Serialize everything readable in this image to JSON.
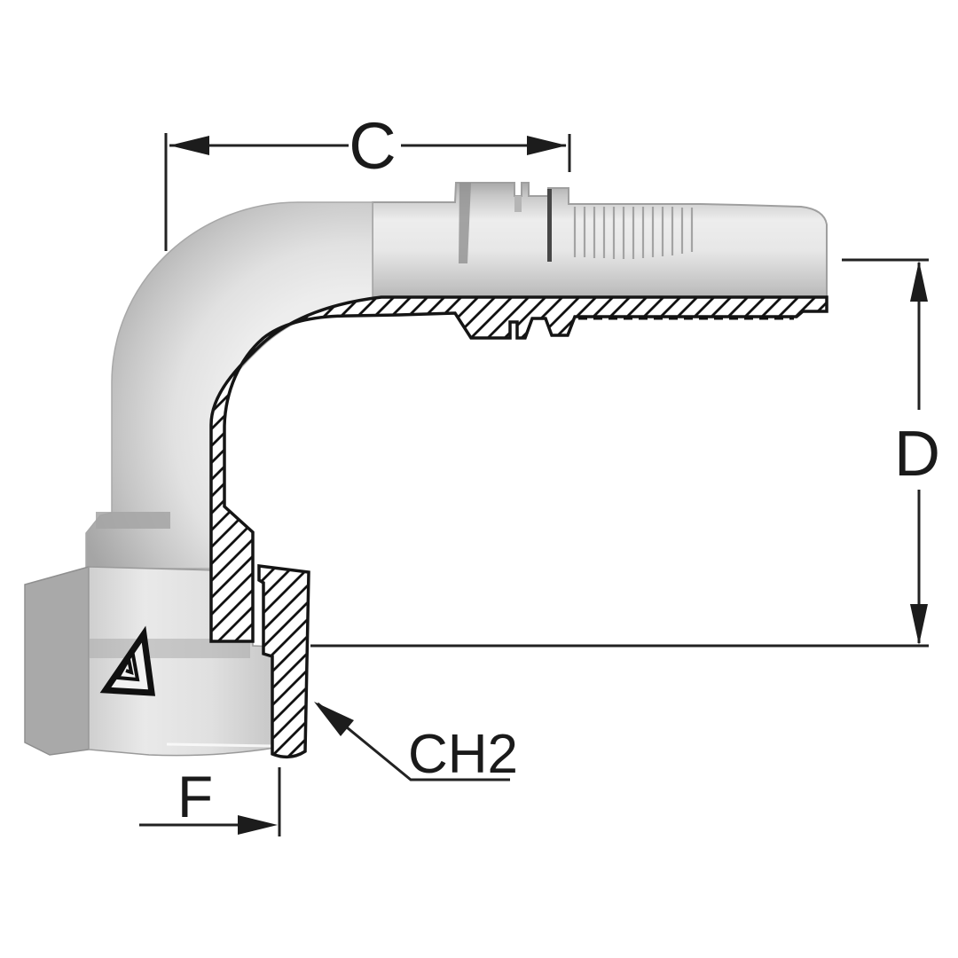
{
  "drawing": {
    "labels": {
      "c": "C",
      "d": "D",
      "f": "F",
      "ch2": "CH2"
    },
    "colors": {
      "background": "#ffffff",
      "line_color": "#222222",
      "hatch_color": "#111111",
      "body_light": "#ececec",
      "body_dark": "#a3a3a3"
    },
    "logo_icon": "manufacturer-triangle-logo"
  }
}
